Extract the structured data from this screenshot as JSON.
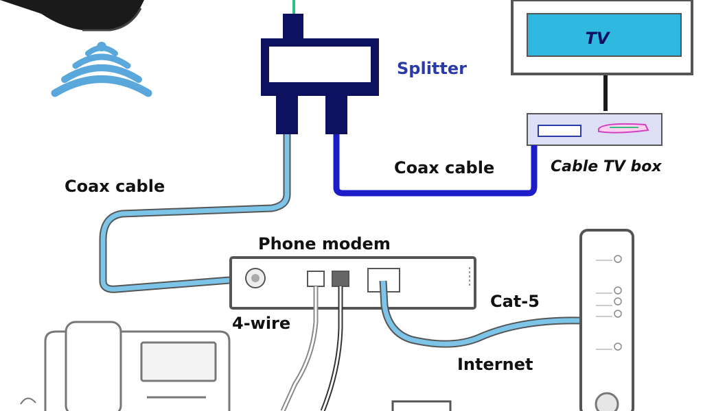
{
  "labels": {
    "splitter": "Splitter",
    "tv": "TV",
    "coax_left": "Coax cable",
    "coax_right": "Coax cable",
    "cable_tv_box": "Cable TV box",
    "phone_modem": "Phone modem",
    "four_wire": "4-wire",
    "cat5": "Cat-5",
    "internet": "Internet"
  },
  "colors": {
    "background": "#ffffff",
    "splitter_body": "#0e1160",
    "splitter_label": "#2a3aa8",
    "tv_screen": "#2fb8e0",
    "tv_box_fill": "#dde0f5",
    "coax_light": "#7cc4e8",
    "coax_dark": "#1c1cc8",
    "outline": "#555555",
    "wifi": "#5aa7dc"
  }
}
